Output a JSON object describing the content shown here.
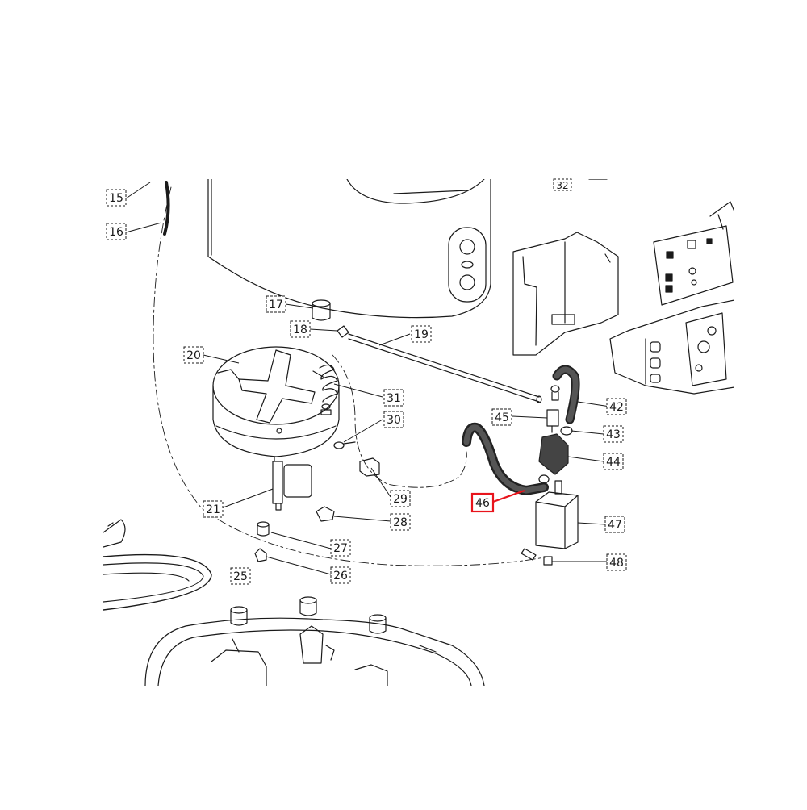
{
  "diagram": {
    "highlight_color": "#e8141c",
    "line_color": "#1a1a1a",
    "labels": {
      "p15": "15",
      "p16": "16",
      "p17": "17",
      "p18": "18",
      "p19": "19",
      "p20": "20",
      "p21": "21",
      "p25": "25",
      "p26": "26",
      "p27": "27",
      "p28": "28",
      "p29": "29",
      "p30": "30",
      "p31": "31",
      "p32": "32",
      "p42": "42",
      "p43": "43",
      "p44": "44",
      "p45": "45",
      "p46": "46",
      "p47": "47",
      "p48": "48"
    }
  }
}
